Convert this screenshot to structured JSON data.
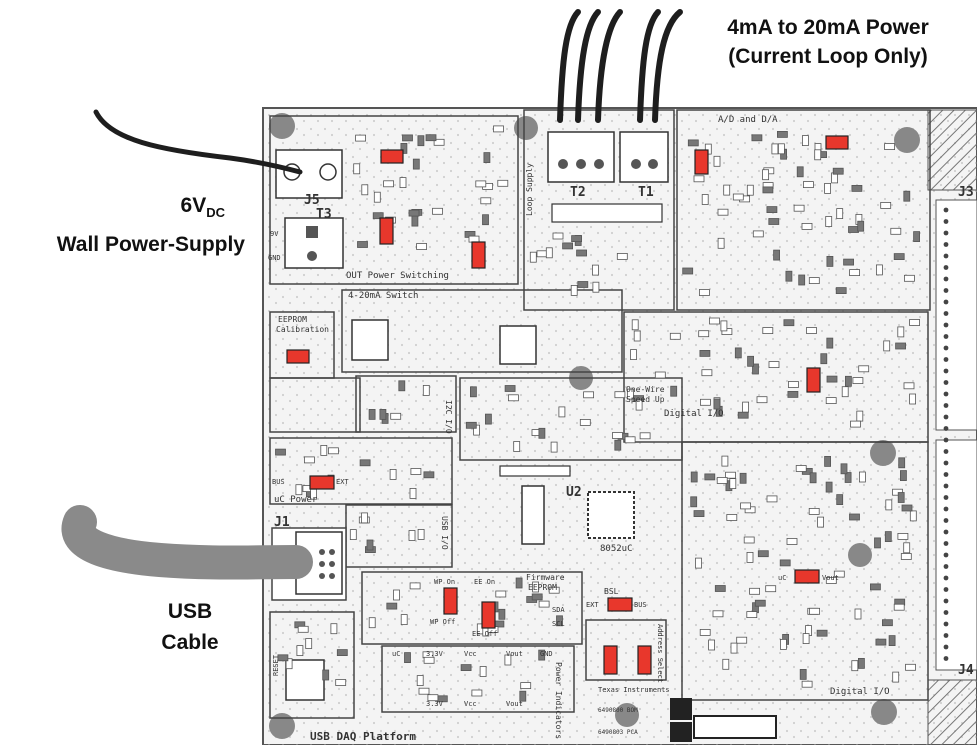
{
  "callouts": {
    "loop_power_line1": "4mA to 20mA Power",
    "loop_power_line2": "(Current Loop Only)",
    "wall_main": "6V",
    "wall_sub": "DC",
    "wall_line2": "Wall Power-Supply",
    "usb_line1": "USB",
    "usb_line2": "Cable"
  },
  "board": {
    "name": "USB DAQ Platform",
    "maker": "Texas Instruments",
    "sections": {
      "out_power": "OUT Power Switching",
      "loop_supply": "Loop Supply",
      "ad_da": "A/D and D/A",
      "switch_4_20": "4-20mA Switch",
      "eeprom_cal_1": "EEPROM",
      "eeprom_cal_2": "Calibration",
      "one_wire_1": "One-Wire",
      "one_wire_2": "Speed Up",
      "digital_io_top": "Digital I/O",
      "digital_io_bottom": "Digital I/O",
      "i2c_io": "I2C I/O",
      "uc_power": "uC Power",
      "usb_io": "USB I/O",
      "firmware_1": "Firmware",
      "firmware_2": "EEPROM",
      "power_indicators": "Power Indicators",
      "address_select": "Address Select"
    },
    "connectors": {
      "j5": "J5",
      "t3": "T3",
      "t2": "T2",
      "t1": "T1",
      "j1": "J1",
      "j3": "J3",
      "j4": "J4",
      "u2": "U2",
      "bsl": "BSL",
      "tusb": "8052uC"
    },
    "jumper_labels": {
      "ext": "EXT",
      "bus": "BUS",
      "wp_on": "WP On",
      "wp_off": "WP Off",
      "ee_on": "EE On",
      "ee_off": "EE Off",
      "sda": "SDA",
      "scl": "SCL",
      "uc": "uC",
      "v33": "3.3V",
      "vcc": "Vcc",
      "vout": "Vout",
      "gnd": "GND",
      "reset": "RESET",
      "nine_v": "9V",
      "part1": "6490800 BOM",
      "part2": "6490803 PCA"
    }
  },
  "colors": {
    "jumper": "#e8372c",
    "board": "#f4f4f4",
    "silk": "#333333",
    "cable": "#1e1e1e",
    "usb_cable": "#8a8a8a"
  }
}
